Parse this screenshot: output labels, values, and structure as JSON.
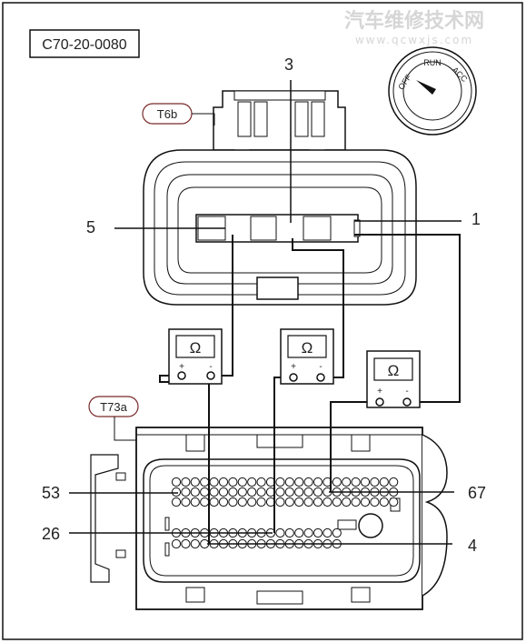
{
  "diagram": {
    "code": "C70-20-0080",
    "watermark_title": "汽车维修技术网",
    "watermark_url": "www.qcwxjs.com",
    "connector_top_label": "T6b",
    "connector_bottom_label": "T73a",
    "pin_labels": {
      "top_center": "3",
      "top_left": "5",
      "top_right": "1",
      "bottom_left_upper": "53",
      "bottom_left_lower": "26",
      "bottom_right_upper": "67",
      "bottom_right_lower": "4"
    },
    "ignition": {
      "off": "OFF",
      "run": "RUN",
      "acc": "ACC"
    },
    "meters": [
      {
        "symbol": "Ω",
        "plus": "+",
        "minus": "-"
      },
      {
        "symbol": "Ω",
        "plus": "+",
        "minus": "-"
      },
      {
        "symbol": "Ω",
        "plus": "+",
        "minus": "-"
      }
    ]
  }
}
